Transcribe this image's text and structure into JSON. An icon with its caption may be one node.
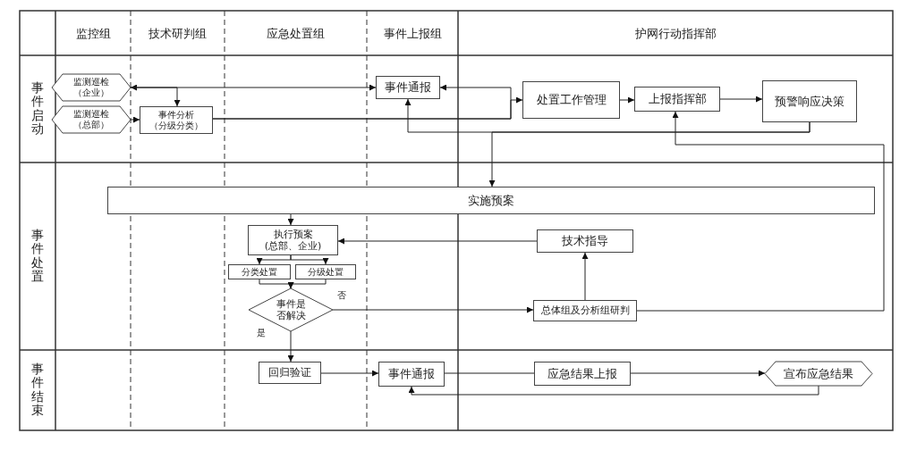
{
  "diagram": {
    "nodes": [
      {
        "text": [
          "监测巡检",
          "（企业）"
        ]
      },
      {
        "text": [
          "监测巡检",
          "（总部）"
        ]
      },
      {
        "text": [
          "事件分析",
          "（分级分类）"
        ]
      },
      {
        "text": [
          "事件通报"
        ]
      },
      {
        "text": [
          "处置工作管理"
        ]
      },
      {
        "text": [
          "上报指挥部"
        ]
      },
      {
        "text": [
          "预警响应决策"
        ]
      },
      {
        "text": [
          "实施预案"
        ]
      },
      {
        "text": [
          "执行预案",
          "(总部、企业)"
        ]
      },
      {
        "text": [
          "分类处置"
        ]
      },
      {
        "text": [
          "分级处置"
        ]
      },
      {
        "text": [
          "事件是否解决"
        ]
      },
      {
        "text": [
          "技术指导"
        ]
      },
      {
        "text": [
          "总体组及分析组研判"
        ]
      },
      {
        "text": [
          "回归验证"
        ]
      },
      {
        "text": [
          "事件通报"
        ]
      },
      {
        "text": [
          "应急结果上报"
        ]
      },
      {
        "text": [
          "宣布应急结果"
        ]
      }
    ],
    "edges": [
      {
        "from": 0,
        "to": 3,
        "arrow": "both"
      },
      {
        "from": 0,
        "to": 2,
        "arrow": "to"
      },
      {
        "from": 1,
        "to": 2,
        "arrow": "to"
      },
      {
        "from": 2,
        "to": 3,
        "arrow": "to"
      },
      {
        "from": 2,
        "to": 4,
        "arrow": "to"
      },
      {
        "from": 4,
        "to": 5,
        "arrow": "to"
      },
      {
        "from": 5,
        "to": 6,
        "arrow": "to"
      },
      {
        "from": 6,
        "to": 3,
        "arrow": "to"
      },
      {
        "from": 6,
        "to": 7,
        "arrow": "to"
      },
      {
        "from": 13,
        "to": 5,
        "arrow": "to"
      },
      {
        "from": 7,
        "to": 8,
        "arrow": "to"
      },
      {
        "from": 12,
        "to": 8,
        "arrow": "to"
      },
      {
        "from": 8,
        "to": 9,
        "arrow": "to"
      },
      {
        "from": 8,
        "to": 10,
        "arrow": "to"
      },
      {
        "from": 9,
        "to": 11,
        "arrow": "to"
      },
      {
        "from": 10,
        "to": 11,
        "arrow": "to"
      },
      {
        "from": 11,
        "to": 13,
        "arrow": "to",
        "label": "否"
      },
      {
        "from": 13,
        "to": 12,
        "arrow": "to"
      },
      {
        "from": 11,
        "to": 14,
        "arrow": "to",
        "label": "是"
      },
      {
        "from": 14,
        "to": 15,
        "arrow": "to"
      },
      {
        "from": 15,
        "to": 16,
        "arrow": "none"
      },
      {
        "from": 16,
        "to": 17,
        "arrow": "to"
      },
      {
        "from": 17,
        "to": 15,
        "arrow": "to"
      }
    ],
    "labels": [
      "监控组",
      "技术研判组",
      "应急处置组",
      "事件上报组",
      "护网行动指挥部",
      "事件启动",
      "事件处置",
      "事件结束"
    ]
  }
}
